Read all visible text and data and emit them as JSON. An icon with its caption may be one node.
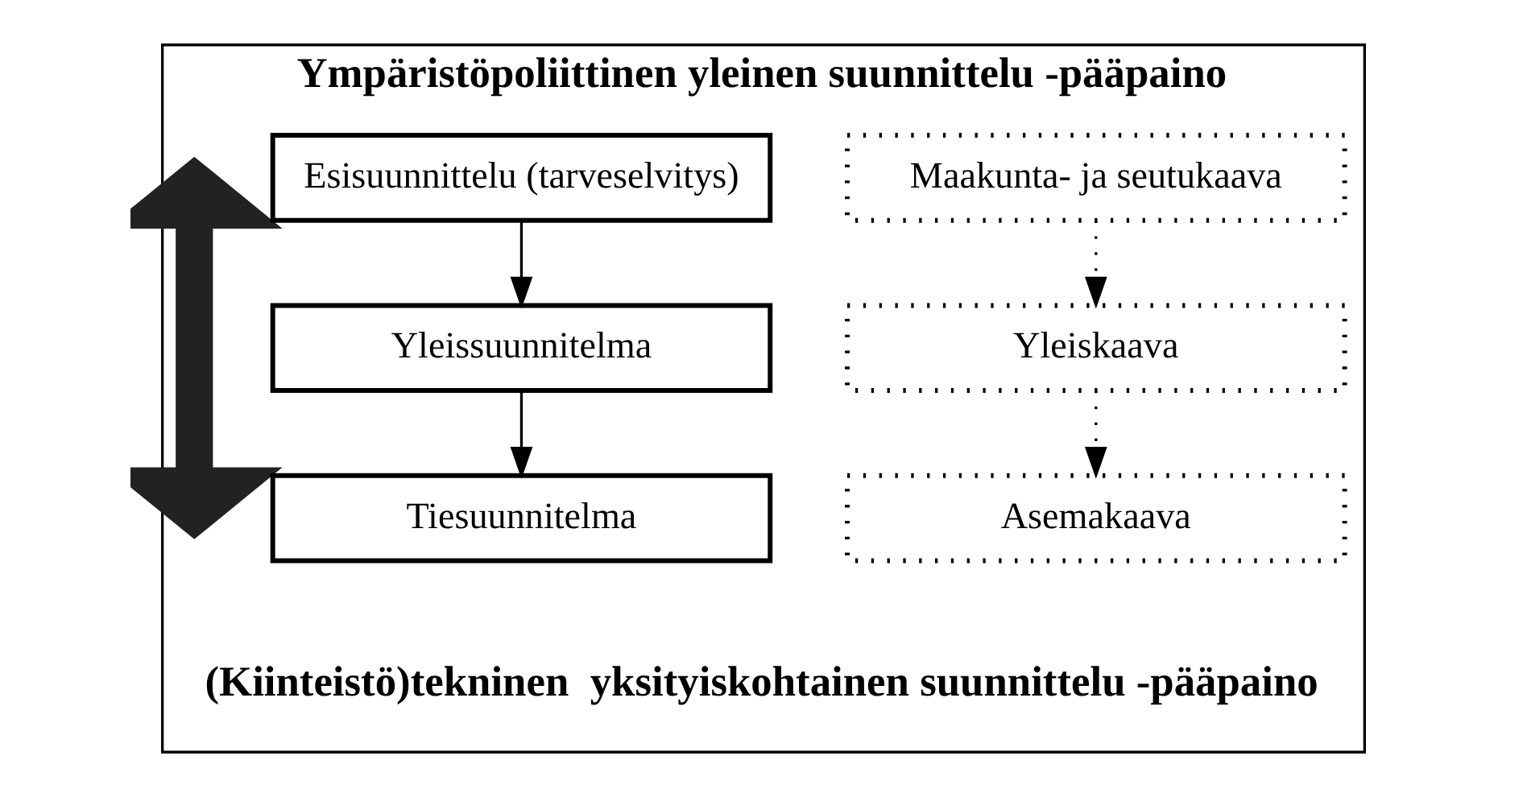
{
  "diagram": {
    "nodes": [
      {
        "text": [
          "Ympäristöpoliittinen yleinen suunnittelu -pääpaino"
        ]
      },
      {
        "text": [
          "Esisuunnittelu (tarveselvitys)"
        ],
        "in": 0
      },
      {
        "text": [
          "Yleissuunnitelma"
        ],
        "in": 0
      },
      {
        "text": [
          "Tiesuunnitelma"
        ],
        "in": 0
      },
      {
        "text": [
          "Maakunta- ja seutukaava"
        ],
        "in": 0
      },
      {
        "text": [
          "Yleiskaava"
        ],
        "in": 0
      },
      {
        "text": [
          "Asemakaava"
        ],
        "in": 0
      }
    ],
    "edges": [
      {
        "from": 1,
        "to": 2,
        "arrow": "to"
      },
      {
        "from": 2,
        "to": 3,
        "arrow": "to"
      },
      {
        "from": 4,
        "to": 5,
        "arrow": "to",
        "style": "dashed"
      },
      {
        "from": 5,
        "to": 6,
        "arrow": "to",
        "style": "dashed"
      }
    ],
    "labels": [
      "(Kiinteistö)tekninen  yksityiskohtainen suunnittelu -pääpaino"
    ]
  }
}
